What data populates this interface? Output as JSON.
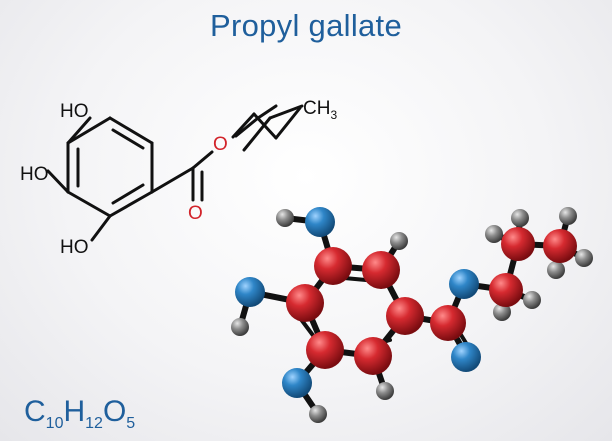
{
  "title": "Propyl gallate",
  "structure_labels": {
    "ho_top": "HO",
    "ho_mid": "HO",
    "ho_bottom": "HO",
    "ester_o": "O",
    "carbonyl_o": "O",
    "methyl": "CH",
    "methyl_sub": "3"
  },
  "formula": {
    "c": "C",
    "c_n": "10",
    "h": "H",
    "h_n": "12",
    "o": "O",
    "o_n": "5"
  },
  "colors": {
    "title": "#1f5f9c",
    "oxygen_label": "#d2232a",
    "carbon_atom": "#c41d24",
    "oxygen_atom": "#2b7fc0",
    "hydrogen_atom": "#8a8a8a",
    "bond": "#111111"
  },
  "model_atoms": {
    "carbon": "carbon-atom",
    "oxygen": "oxygen-atom",
    "hydrogen": "hydrogen-atom"
  }
}
